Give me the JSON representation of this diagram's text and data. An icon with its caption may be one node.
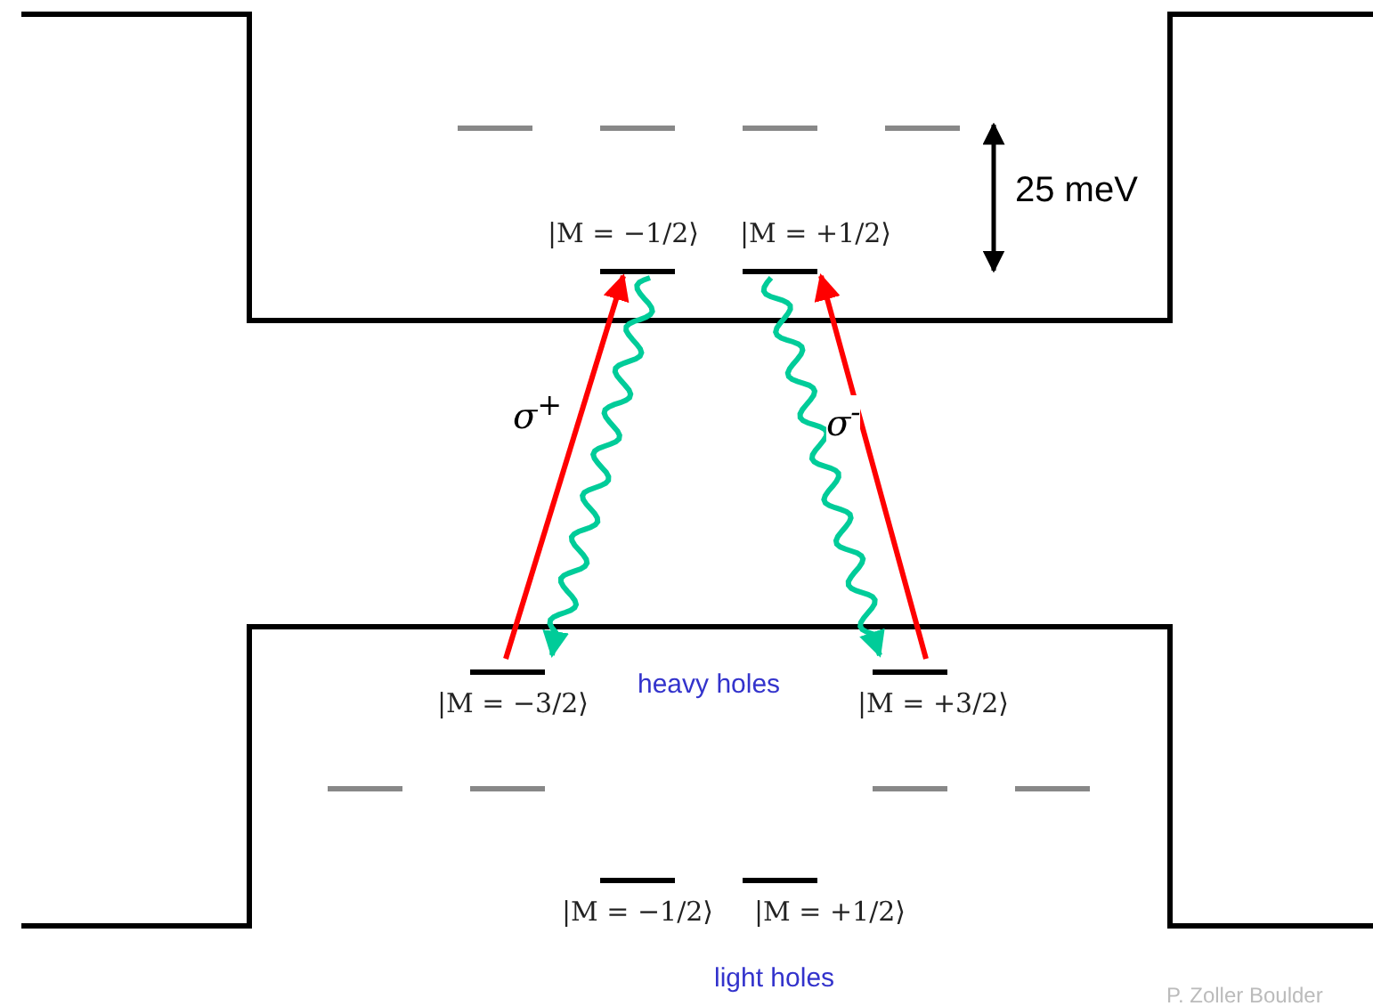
{
  "diagram": {
    "nodes": [
      {
        "text": [
          "|M = −1/2⟩"
        ]
      },
      {
        "text": [
          "|M = +1/2⟩"
        ]
      },
      {
        "text": [
          "|M = −3/2⟩"
        ]
      },
      {
        "text": [
          "|M = +3/2⟩"
        ]
      },
      {
        "text": [
          "|M = −1/2⟩"
        ]
      },
      {
        "text": [
          "|M = +1/2⟩"
        ]
      }
    ],
    "edges": [
      {
        "from": 2,
        "to": 0,
        "arrow": "to",
        "label": "σ$^{+}$",
        "color": "#ff0000"
      },
      {
        "from": 0,
        "to": 2,
        "arrow": "to",
        "color": "#00cc99"
      },
      {
        "from": 1,
        "to": 3,
        "arrow": "to",
        "color": "#00cc99"
      },
      {
        "from": 3,
        "to": 1,
        "arrow": "to",
        "label": "σ$^{-}$",
        "color": "#ff0000"
      }
    ],
    "labels": [
      "25 meV",
      "heavy holes",
      "light holes",
      "P. Zoller Boulder"
    ]
  }
}
